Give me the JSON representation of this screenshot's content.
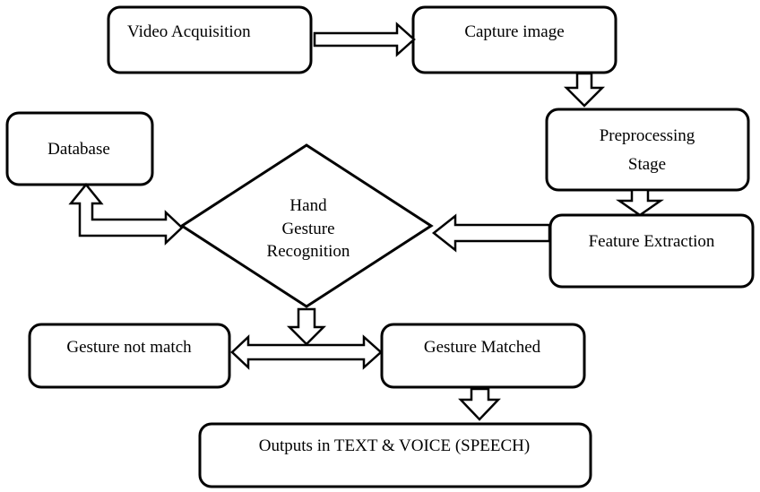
{
  "nodes": {
    "video_acquisition": "Video Acquisition",
    "capture_image": "Capture image",
    "preprocessing_line1": "Preprocessing",
    "preprocessing_line2": "Stage",
    "database": "Database",
    "hand_line1": "Hand",
    "hand_line2": "Gesture",
    "hand_line3": "Recognition",
    "feature_extraction": "Feature Extraction",
    "gesture_not_match": "Gesture not match",
    "gesture_matched": "Gesture Matched",
    "outputs": "Outputs in TEXT & VOICE (SPEECH)"
  },
  "colors": {
    "stroke": "#000000",
    "fill": "#ffffff"
  }
}
